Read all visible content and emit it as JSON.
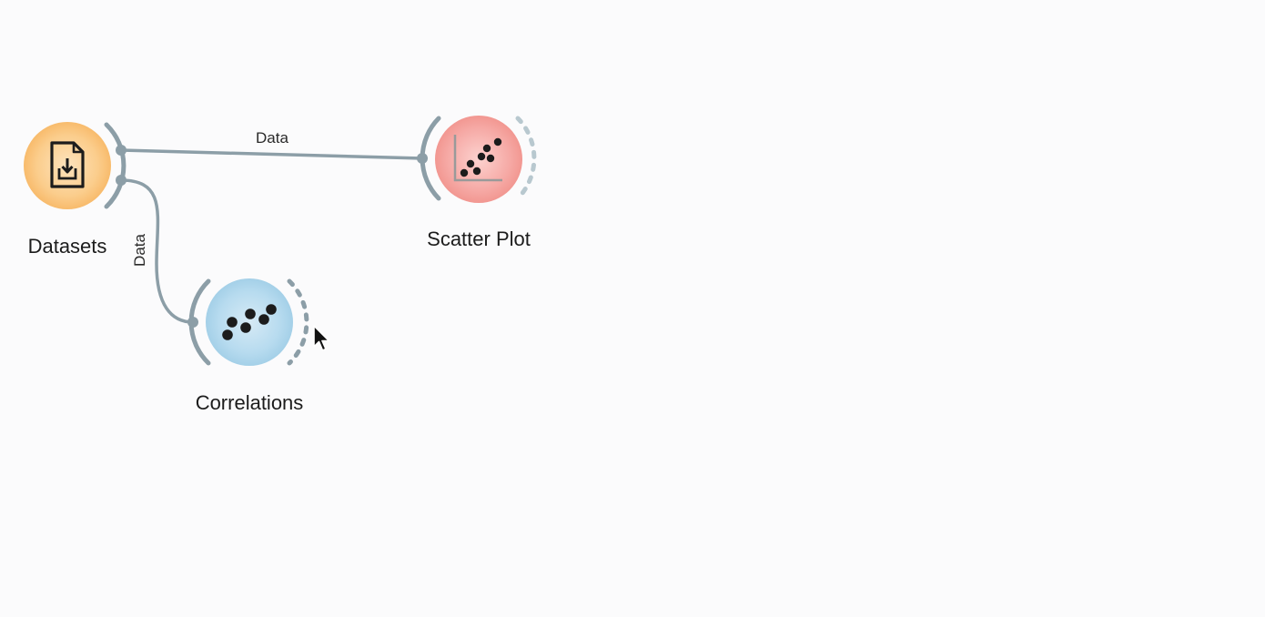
{
  "canvas": {
    "background": "#fbfbfc"
  },
  "nodes": {
    "datasets": {
      "label": "Datasets",
      "icon": "file-download-icon",
      "color": "#fbc27a"
    },
    "scatter_plot": {
      "label": "Scatter Plot",
      "icon": "scatter-plot-icon",
      "color": "#f4a3a0"
    },
    "correlations": {
      "label": "Correlations",
      "icon": "correlation-dots-icon",
      "color": "#aad3ea"
    }
  },
  "links": {
    "datasets_to_scatter": {
      "label": "Data",
      "color": "#8c9ea7"
    },
    "datasets_to_correlations": {
      "label": "Data",
      "color": "#8c9ea7"
    }
  }
}
